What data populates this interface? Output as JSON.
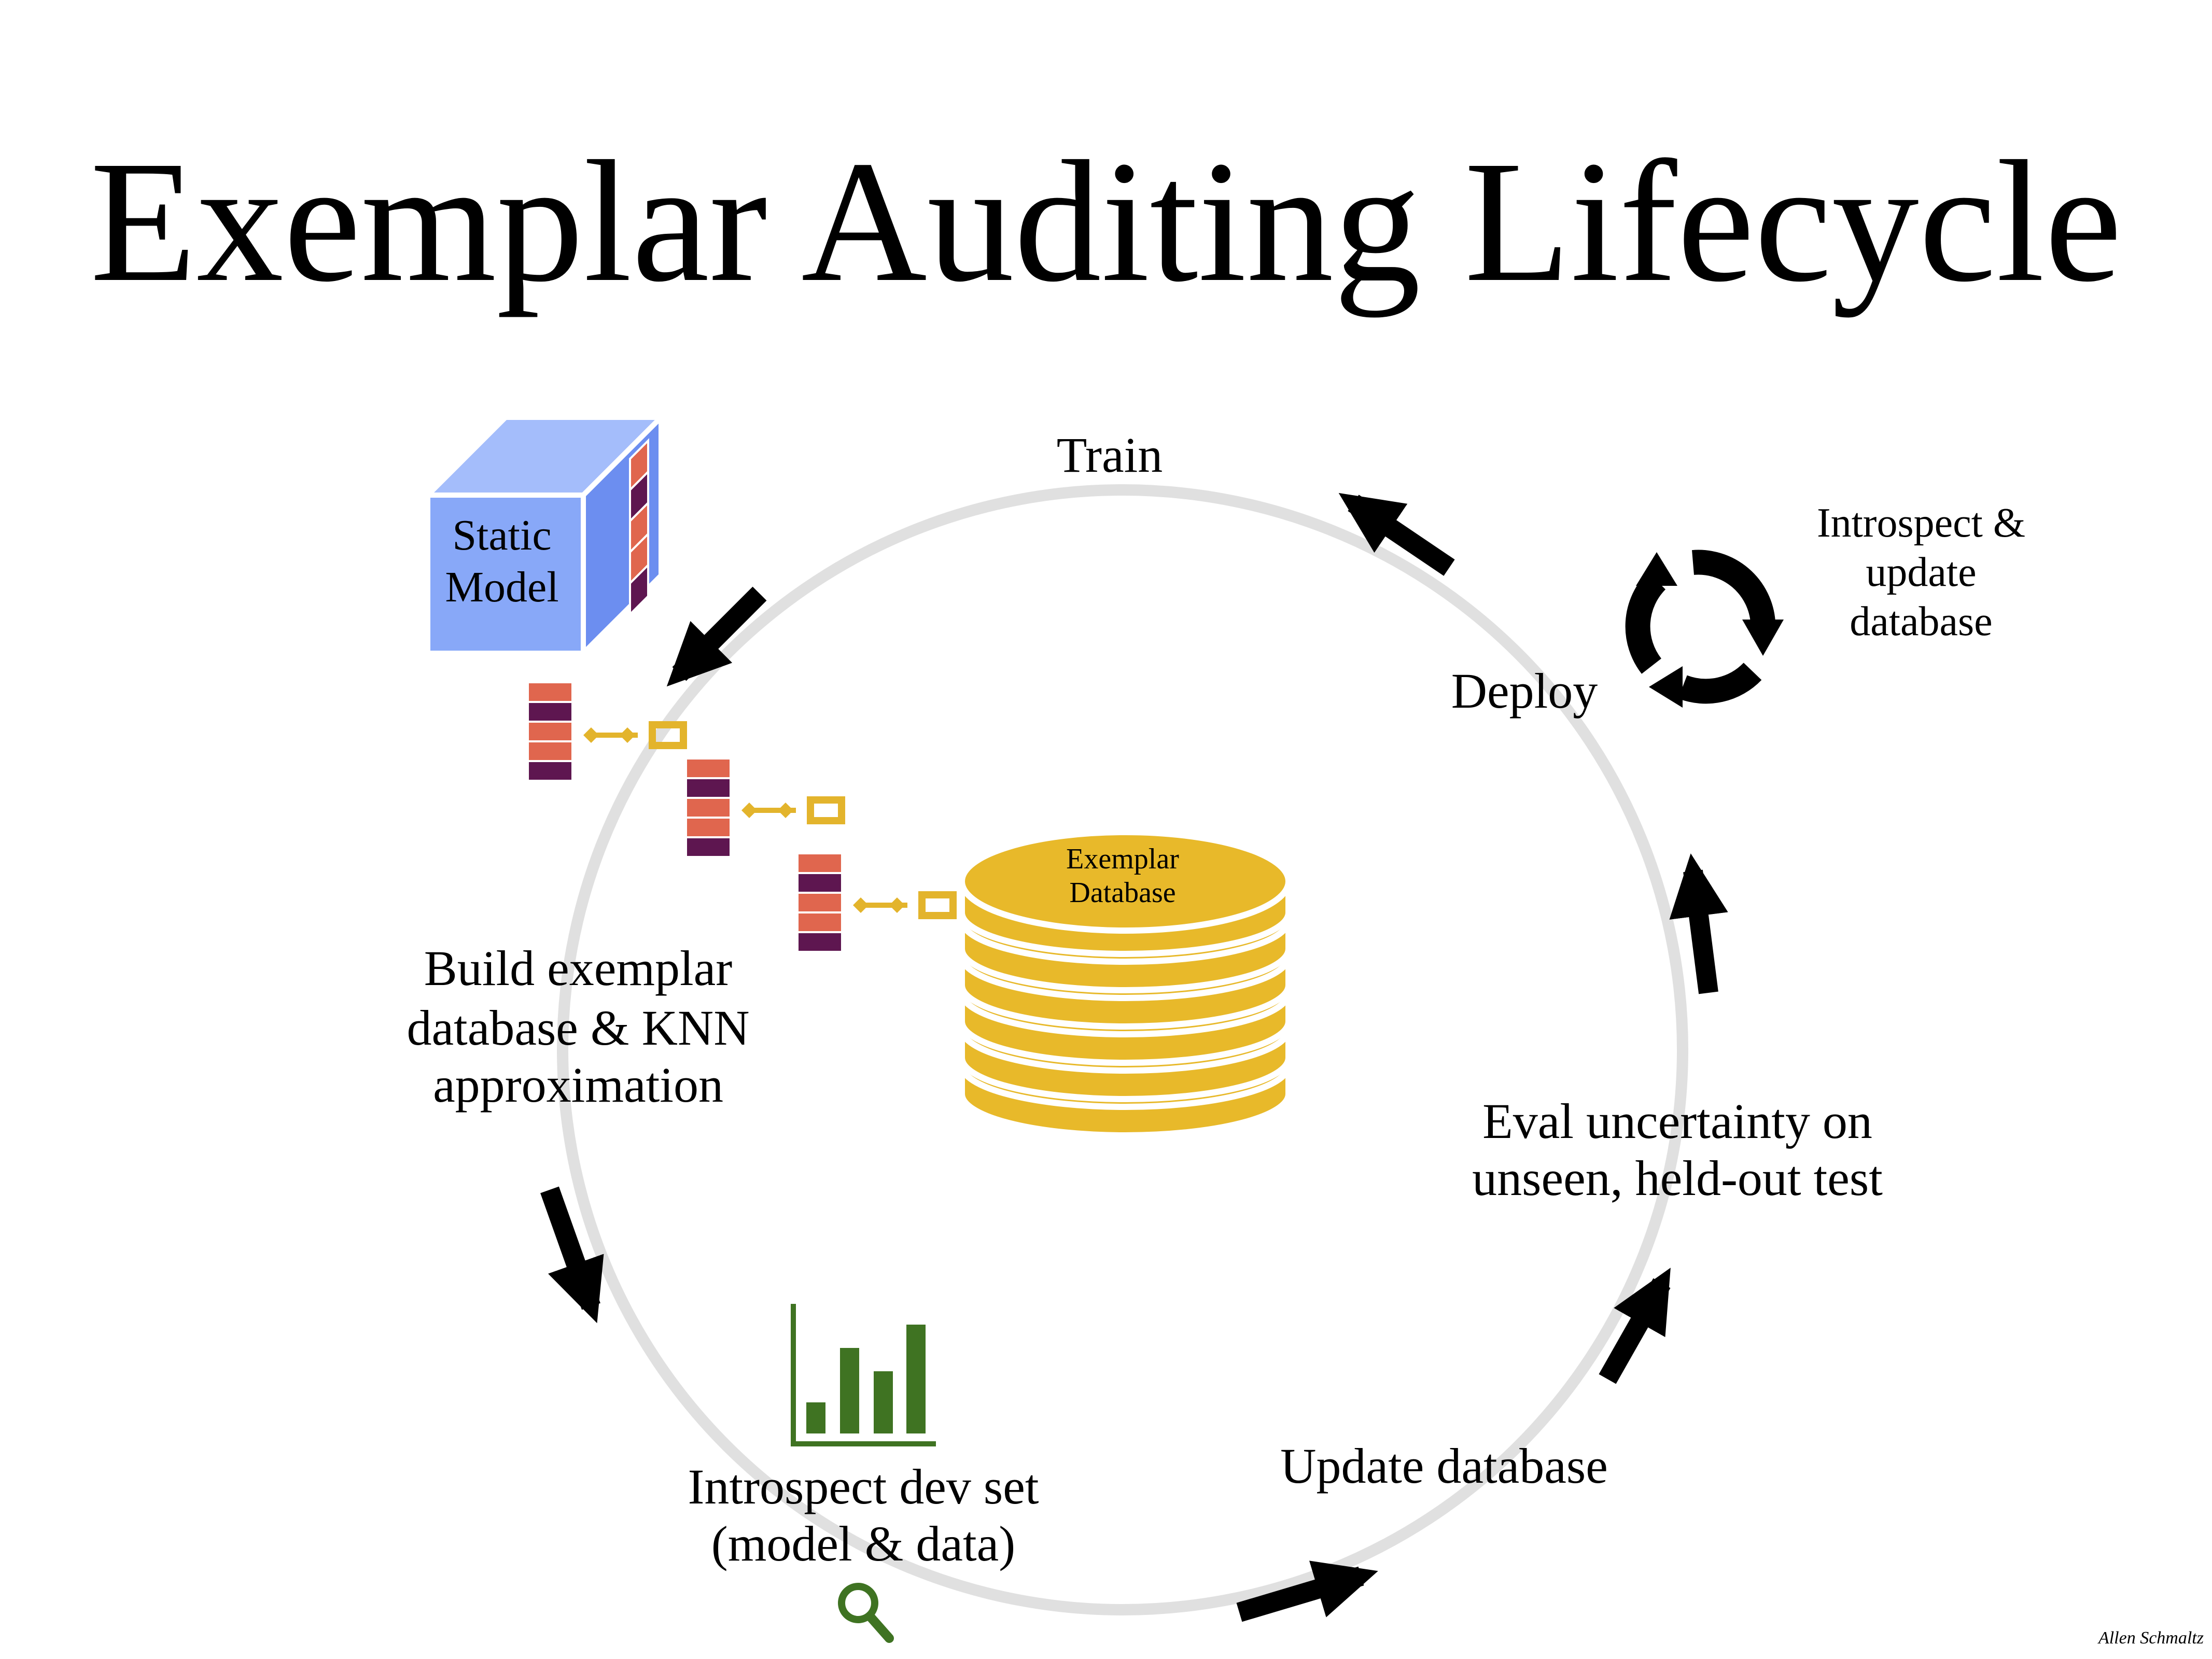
{
  "title": "Exemplar Auditing Lifecycle",
  "stages": {
    "train": "Train",
    "deploy": "Deploy",
    "build": [
      "Build exemplar",
      "database & KNN",
      "approximation"
    ],
    "introspect_dev": [
      "Introspect dev set",
      "(model & data)"
    ],
    "update_database": "Update database",
    "eval_uncertainty": [
      "Eval uncertainty on",
      "unseen, held-out test"
    ],
    "introspect_update": [
      "Introspect &",
      "update",
      "database"
    ]
  },
  "static_model": [
    "Static",
    "Model"
  ],
  "exemplar_database": [
    "Exemplar",
    "Database"
  ],
  "author": "Allen Schmaltz",
  "icons": {
    "model": "static-model-cube-icon",
    "database": "exemplar-database-cylinder-icon",
    "bar_chart": "bar-chart-icon",
    "search": "magnifying-glass-icon",
    "cycle": "refresh-cycle-icon"
  },
  "colors": {
    "cycle_ring": "#e0e0e0",
    "arrow": "#000000",
    "cube_face": "#88a8f8",
    "cube_top": "#a4bdfb",
    "cube_side": "#6c8ef0",
    "vector_orange": "#e0664e",
    "vector_purple": "#5e1650",
    "database_gold": "#e8b92a",
    "connector_gold": "#e3b42c",
    "chart_green": "#3f7322"
  }
}
